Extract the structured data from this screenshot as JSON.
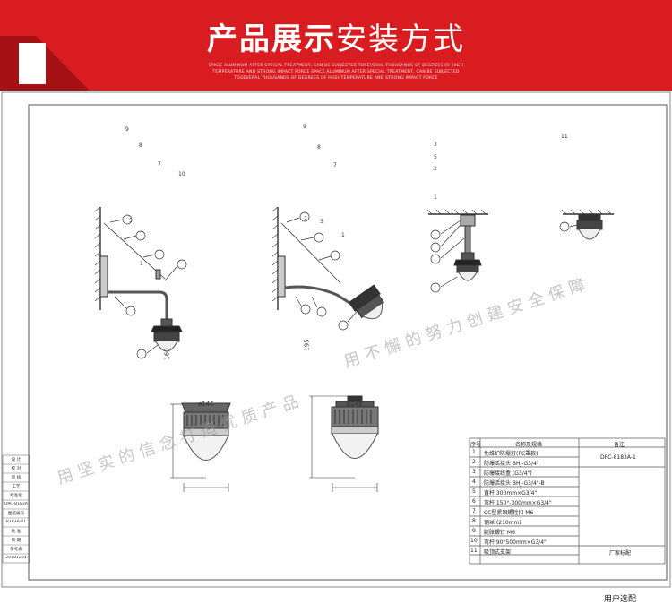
{
  "header": {
    "title_bold": "产品展示",
    "title_light": "安装方式",
    "subtitle_lines": [
      "SPACE ALUMINUM AFTER SPECIAL TREATMENT, CAN BE SUBJECTED TOSEVERAL THOUSANDS OF DEGREES OF HIGH",
      "TEMPERATURE AND STRONG IMPACT FORCE SPACE ALUMINUM AFTER SPECIAL TREATMENT, CAN BE SUBJECTED",
      "TOSEVERAL THOUSANDS OF DEGREES OF HIGH TEMPERATURE AND STRONG IMPACT FORCE"
    ]
  },
  "watermarks": {
    "left": "用坚实的信念打造优质产品",
    "right": "用不懈的努力创建安全保障"
  },
  "diagram": {
    "callouts_a": [
      "9",
      "8",
      "7",
      "10",
      "5",
      "1"
    ],
    "callouts_b": [
      "9",
      "8",
      "7",
      "2",
      "3",
      "1"
    ],
    "callouts_c": [
      "3",
      "5",
      "2",
      "1"
    ],
    "callouts_d": [
      "11"
    ],
    "dim_height_a": "160",
    "dim_width_a": "ø146",
    "dim_height_b": "195",
    "dim_width_b": "ø146"
  },
  "side_cells": [
    "设 计",
    "校 对",
    "审 核",
    "工艺",
    "标准化",
    "DPC-8183A",
    "图纸编号",
    "8183A-01",
    "批 准",
    "日 期",
    "参考表",
    "20181224"
  ],
  "bom": {
    "head_no": "序号",
    "head_name": "名称及规格",
    "head_note": "备注",
    "model": "DPC-8183A-1",
    "user_fit": "用户选配",
    "factory": "厂家标配",
    "rows": [
      {
        "no": "1",
        "name": "免维护防爆灯(PC罩款)"
      },
      {
        "no": "2",
        "name": "防爆活接头 BHJ-G3/4\""
      },
      {
        "no": "3",
        "name": "防爆接线盒 (G3/4\")"
      },
      {
        "no": "4",
        "name": "防爆活接头 BHJ-G3/4\"-B"
      },
      {
        "no": "5",
        "name": "直杆 300mm×G3/4\""
      },
      {
        "no": "6",
        "name": "弯杆 150°-300mm×G3/4\""
      },
      {
        "no": "7",
        "name": "CC型紧固螺栓扣 M6"
      },
      {
        "no": "8",
        "name": "钢丝 (210mm)"
      },
      {
        "no": "9",
        "name": "膨胀螺钉 M6"
      },
      {
        "no": "10",
        "name": "弯杆 90°500mm×G3/4\""
      },
      {
        "no": "11",
        "name": "吸顶式支架"
      }
    ]
  }
}
